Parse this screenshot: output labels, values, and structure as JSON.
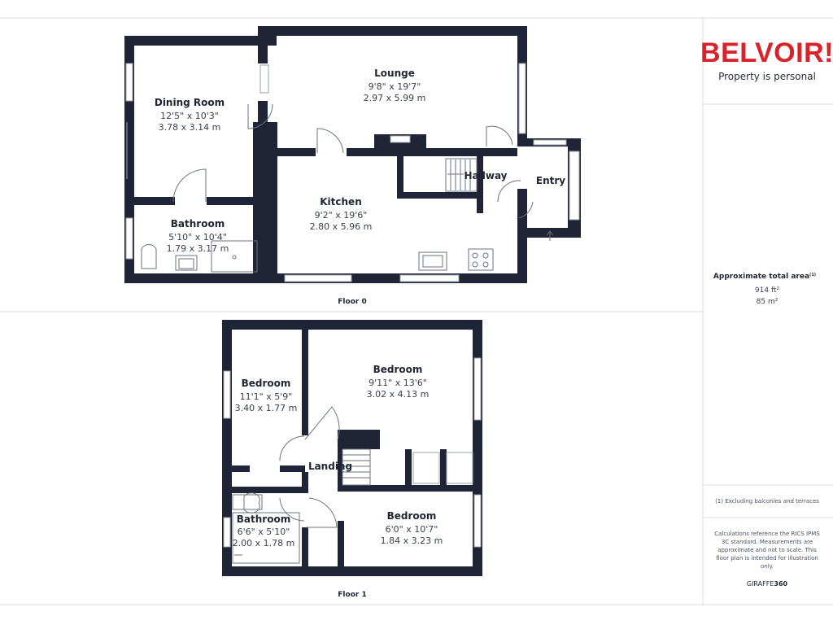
{
  "brand": {
    "logo_text": "BELVOIR!",
    "tagline": "Property is personal"
  },
  "colors": {
    "brand_red": "#d8232a",
    "wall": "#1f2536"
  },
  "area": {
    "title": "Approximate total area",
    "footnote_marker": "(1)",
    "sqft": "914 ft²",
    "sqm": "85 m²",
    "footnote": "(1) Excluding balconies and terraces"
  },
  "disclaimer": {
    "lines": [
      "Calculations reference the RICS IPMS",
      "3C standard. Measurements are",
      "approximate and not to scale. This",
      "floor plan is intended for illustration",
      "only."
    ]
  },
  "credit": {
    "prefix": "GIRAFFE",
    "suffix": "360"
  },
  "floors": [
    {
      "label": "Floor 0",
      "rooms": [
        {
          "name": "Lounge",
          "imperial": "9'8\" x 19'7\"",
          "metric": "2.97 x 5.99 m"
        },
        {
          "name": "Dining Room",
          "imperial": "12'5\" x 10'3\"",
          "metric": "3.78 x 3.14 m"
        },
        {
          "name": "Kitchen",
          "imperial": "9'2\" x 19'6\"",
          "metric": "2.80 x 5.96 m"
        },
        {
          "name": "Bathroom",
          "imperial": "5'10\" x 10'4\"",
          "metric": "1.79 x 3.17 m"
        },
        {
          "name": "Hallway"
        },
        {
          "name": "Entry"
        }
      ]
    },
    {
      "label": "Floor 1",
      "rooms": [
        {
          "name": "Bedroom",
          "imperial": "11'1\" x 5'9\"",
          "metric": "3.40 x 1.77 m"
        },
        {
          "name": "Bedroom",
          "imperial": "9'11\" x 13'6\"",
          "metric": "3.02 x 4.13 m"
        },
        {
          "name": "Landing"
        },
        {
          "name": "Bathroom",
          "imperial": "6'6\" x 5'10\"",
          "metric": "2.00 x 1.78 m"
        },
        {
          "name": "Bedroom",
          "imperial": "6'0\" x 10'7\"",
          "metric": "1.84 x 3.23 m"
        }
      ]
    }
  ]
}
